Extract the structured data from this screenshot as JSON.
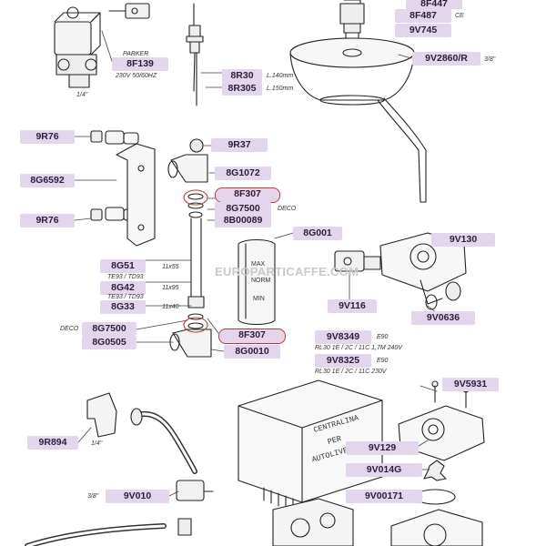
{
  "watermark": "EUROPARTICAFFE.COM",
  "labels": {
    "l8F447": "8F447",
    "l8F487": "8F487",
    "l9V745": "9V745",
    "l9V2860R": "9V2860/R",
    "l8F139": "8F139",
    "l8R30": "8R30",
    "l8R305": "8R305",
    "l9R76a": "9R76",
    "l9R37": "9R37",
    "l8G6592": "8G6592",
    "l8G1072": "8G1072",
    "l8F307a": "8F307",
    "l8G7500a": "8G7500",
    "l8B00089": "8B00089",
    "l9R76b": "9R76",
    "l8G001": "8G001",
    "l9V130": "9V130",
    "l8G51": "8G51",
    "l8G42": "8G42",
    "l8G33": "8G33",
    "l9V116": "9V116",
    "l9V0636": "9V0636",
    "l8G7500b": "8G7500",
    "l8G0505": "8G0505",
    "l8F307b": "8F307",
    "l8G0010": "8G0010",
    "l9V8349": "9V8349",
    "l9V8325": "9V8325",
    "l9V5931": "9V5931",
    "l9R894": "9R894",
    "l9V129": "9V129",
    "l9V014G": "9V014G",
    "l9V010": "9V010",
    "l9V00171": "9V00171"
  },
  "notes": {
    "ce": "CE",
    "size38a": "3/8\"",
    "parker": "PARKER",
    "voltage": "230V 50/60HZ",
    "size14a": "1/4\"",
    "len140": "L.140mm",
    "len150": "L.150mm",
    "deco1": "DECO",
    "size11x55": "11x55",
    "te93a": "TE93 / TD93",
    "size11x95": "11x95",
    "te93b": "TE93 / TD93",
    "size11x40": "11x40",
    "deco2": "DECO",
    "e90a": "E90",
    "rl1": "RL30 1E / 2C / 11C 1,7M 240V",
    "e90b": "E90",
    "rl2": "RL30 1E / 2C / 11C 230V",
    "size14b": "1/4\"",
    "size38b": "3/8\""
  },
  "sight_tube_marks": {
    "max": "MAX",
    "norm": "NORM",
    "min": "MIN"
  },
  "control_box": {
    "line1": "CENTRALINA",
    "line2": "PER",
    "line3": "AUTOLIVELLO"
  },
  "colors": {
    "label_bg": "#e3d6ec",
    "highlight_ring": "#c2363a",
    "line_art": "#222222",
    "watermark": "#c9c9c9"
  }
}
